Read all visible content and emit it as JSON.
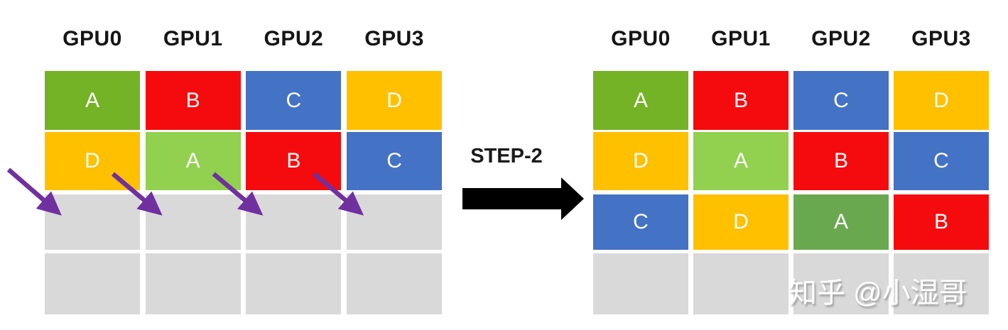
{
  "step_label": "STEP-2",
  "watermark": "知乎 @小湿哥",
  "colors": {
    "green_dark": "#74B226",
    "green_light": "#92D050",
    "green_mid": "#6AA84F",
    "red": "#F50B0D",
    "blue": "#4472C4",
    "yellow": "#FFC000",
    "gray": "#D9D9D9",
    "transfer_arrow": "#7030A0",
    "step_arrow": "#000000",
    "header_text": "#151515",
    "cell_text": "#ffffff"
  },
  "grids": {
    "left": {
      "headers": [
        "GPU0",
        "GPU1",
        "GPU2",
        "GPU3"
      ],
      "rows": [
        [
          {
            "label": "A",
            "color": "green_dark"
          },
          {
            "label": "B",
            "color": "red"
          },
          {
            "label": "C",
            "color": "blue"
          },
          {
            "label": "D",
            "color": "yellow"
          }
        ],
        [
          {
            "label": "D",
            "color": "yellow"
          },
          {
            "label": "A",
            "color": "green_light"
          },
          {
            "label": "B",
            "color": "red"
          },
          {
            "label": "C",
            "color": "blue"
          }
        ],
        [
          {
            "label": "",
            "color": "gray"
          },
          {
            "label": "",
            "color": "gray"
          },
          {
            "label": "",
            "color": "gray"
          },
          {
            "label": "",
            "color": "gray"
          }
        ],
        [
          {
            "label": "",
            "color": "gray"
          },
          {
            "label": "",
            "color": "gray"
          },
          {
            "label": "",
            "color": "gray"
          },
          {
            "label": "",
            "color": "gray"
          }
        ]
      ]
    },
    "right": {
      "headers": [
        "GPU0",
        "GPU1",
        "GPU2",
        "GPU3"
      ],
      "rows": [
        [
          {
            "label": "A",
            "color": "green_dark"
          },
          {
            "label": "B",
            "color": "red"
          },
          {
            "label": "C",
            "color": "blue"
          },
          {
            "label": "D",
            "color": "yellow"
          }
        ],
        [
          {
            "label": "D",
            "color": "yellow"
          },
          {
            "label": "A",
            "color": "green_light"
          },
          {
            "label": "B",
            "color": "red"
          },
          {
            "label": "C",
            "color": "blue"
          }
        ],
        [
          {
            "label": "C",
            "color": "blue"
          },
          {
            "label": "D",
            "color": "yellow"
          },
          {
            "label": "A",
            "color": "green_mid"
          },
          {
            "label": "B",
            "color": "red"
          }
        ],
        [
          {
            "label": "",
            "color": "gray"
          },
          {
            "label": "",
            "color": "gray"
          },
          {
            "label": "",
            "color": "gray"
          },
          {
            "label": "",
            "color": "gray"
          }
        ]
      ]
    }
  },
  "transfer_arrows": [
    {
      "from": "outside-left",
      "to_gpu": 0
    },
    {
      "from_gpu": 0,
      "to_gpu": 1
    },
    {
      "from_gpu": 1,
      "to_gpu": 2
    },
    {
      "from_gpu": 2,
      "to_gpu": 3
    }
  ]
}
